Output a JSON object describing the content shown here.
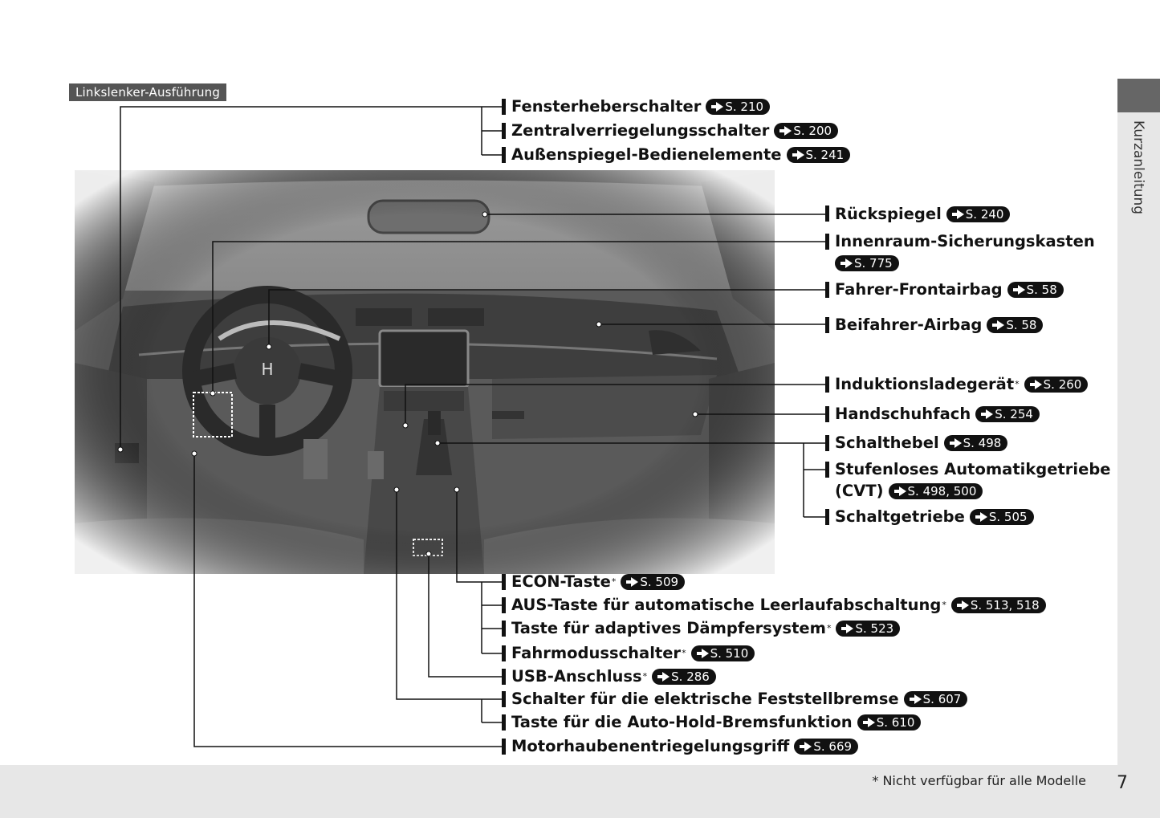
{
  "variant_tag": "Linkslenker-Ausführung",
  "side_tab": "Kurzanleitung",
  "footnote": "* Nicht verfügbar für alle Modelle",
  "page_number": "7",
  "ref_arrow_icon": "arrow-right-icon",
  "labels": {
    "fensterheber": {
      "text": "Fensterheberschalter",
      "ref": "S. 210"
    },
    "zentral": {
      "text": "Zentralverriegelungsschalter",
      "ref": "S. 200"
    },
    "aussenspiegel": {
      "text": "Außenspiegel-Bedienelemente",
      "ref": "S. 241"
    },
    "rueckspiegel": {
      "text": "Rückspiegel",
      "ref": "S. 240"
    },
    "sicherung": {
      "text": "Innenraum-Sicherungskasten",
      "ref": "S. 775"
    },
    "fahrer_airbag": {
      "text": "Fahrer-Frontairbag",
      "ref": "S. 58"
    },
    "beifahrer_airbag": {
      "text": "Beifahrer-Airbag",
      "ref": "S. 58"
    },
    "induktion": {
      "text": "Induktionsladegerät",
      "star": "*",
      "ref": "S. 260"
    },
    "handschuh": {
      "text": "Handschuhfach",
      "ref": "S. 254"
    },
    "schalthebel": {
      "text": "Schalthebel",
      "ref": "S. 498"
    },
    "cvt_line1": {
      "text": "Stufenloses Automatikgetriebe"
    },
    "cvt_line2": {
      "text": "(CVT)",
      "ref": "S. 498, 500"
    },
    "schaltgetriebe": {
      "text": "Schaltgetriebe",
      "ref": "S. 505"
    },
    "econ": {
      "text": "ECON-Taste",
      "star": "*",
      "ref": "S. 509"
    },
    "aus_taste": {
      "text": "AUS-Taste für automatische Leerlaufabschaltung",
      "star": "*",
      "ref": "S. 513, 518"
    },
    "daempfer": {
      "text": "Taste für adaptives Dämpfersystem",
      "star": "*",
      "ref": "S. 523"
    },
    "fahrmodus": {
      "text": "Fahrmodusschalter",
      "star": "*",
      "ref": "S. 510"
    },
    "usb": {
      "text": "USB-Anschluss",
      "star": "*",
      "ref": "S. 286"
    },
    "feststellbremse": {
      "text": "Schalter für die elektrische Feststellbremse",
      "ref": "S. 607"
    },
    "autohold": {
      "text": "Taste für die Auto-Hold-Bremsfunktion",
      "ref": "S. 610"
    },
    "motorhaube": {
      "text": "Motorhaubenentriegelungsgriff",
      "ref": "S. 669"
    }
  }
}
